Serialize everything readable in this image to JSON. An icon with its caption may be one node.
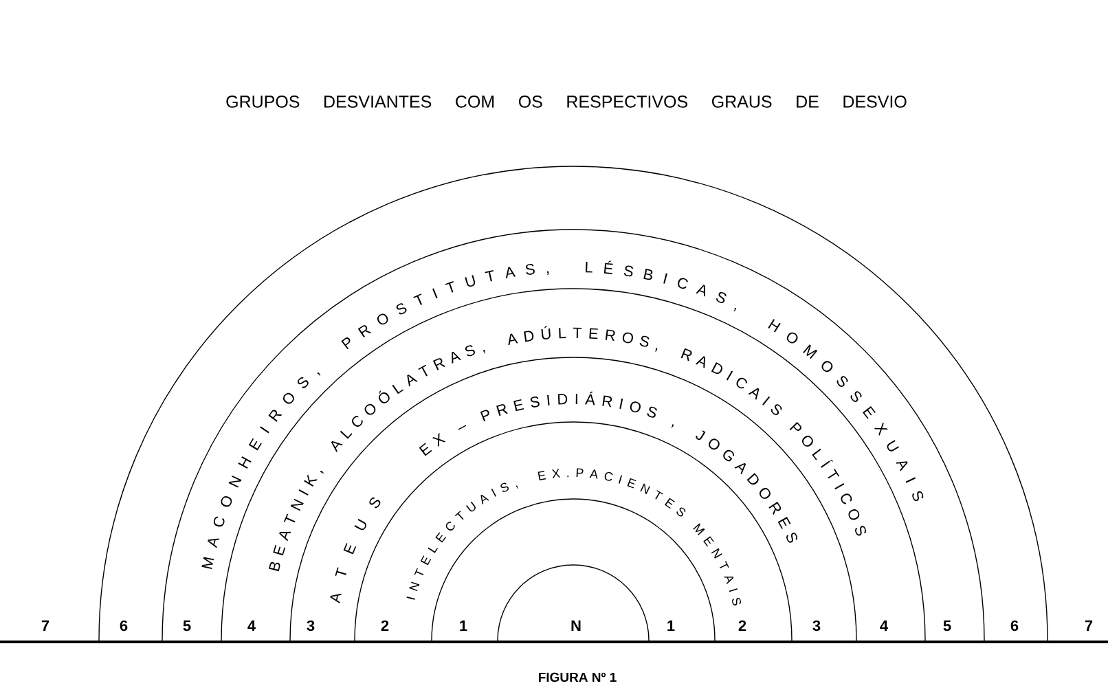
{
  "diagram": {
    "title": "GRUPOS DESVIANTES COM OS RESPECTIVOS GRAUS DE DESVIO",
    "caption": "FIGURA Nº 1",
    "labels": [
      "MACONHEIROS, PROSTITUTAS, LÉSBICAS, HOMOSSEXUAIS",
      "BEATNIK, ALCOÓLATRAS, ADÚLTEROS, RADICAIS POLÍTICOS",
      "ATEUS",
      "EX – PRESIDIÁRIOS , JOGADORES",
      "INTELECTUAIS, EX.PACIENTES MENTAIS",
      "7",
      "6",
      "5",
      "4",
      "3",
      "2",
      "1",
      "N",
      "1",
      "2",
      "3",
      "4",
      "5",
      "6",
      "7"
    ]
  }
}
